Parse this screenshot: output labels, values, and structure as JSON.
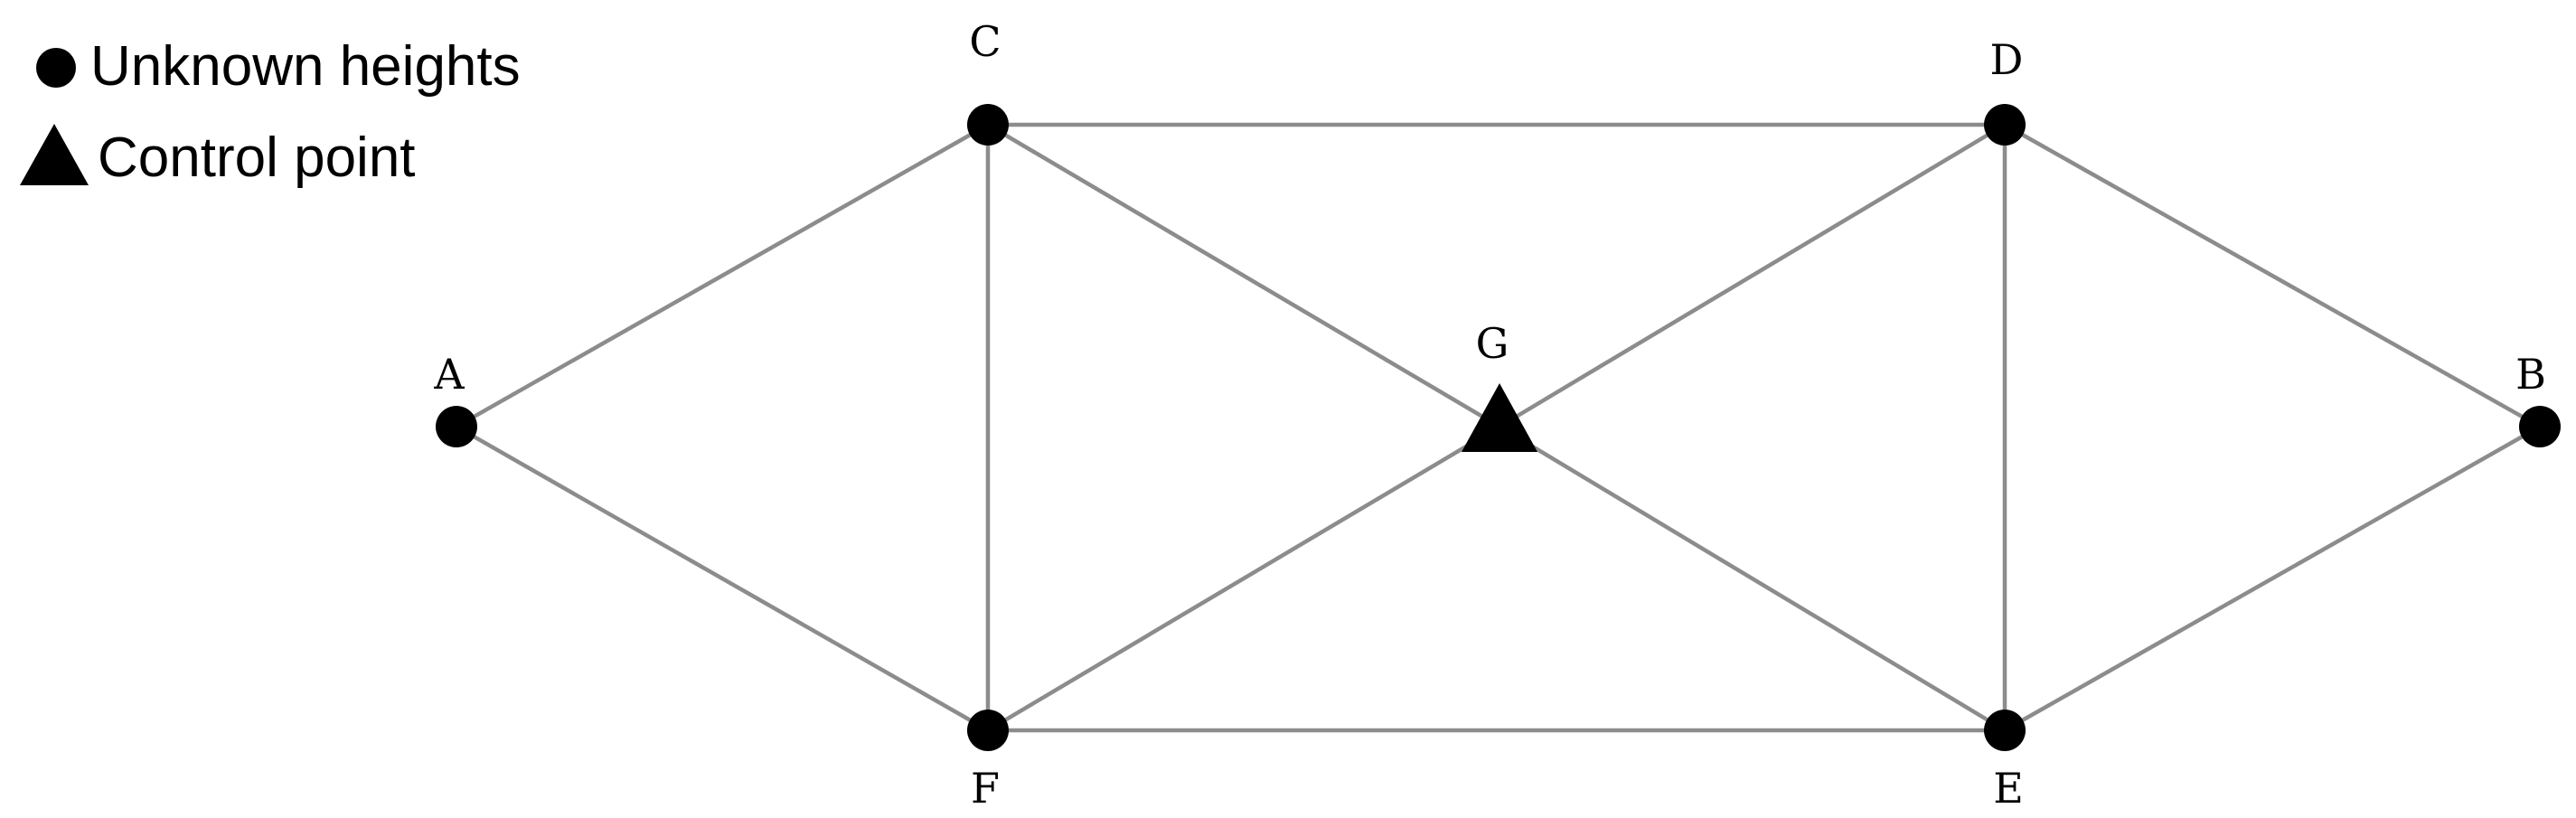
{
  "legend": {
    "unknown_heights": "Unknown heights",
    "control_point": "Control point"
  },
  "nodes": [
    {
      "id": "A",
      "label": "A",
      "kind": "unknown-height"
    },
    {
      "id": "B",
      "label": "B",
      "kind": "unknown-height"
    },
    {
      "id": "C",
      "label": "C",
      "kind": "unknown-height"
    },
    {
      "id": "D",
      "label": "D",
      "kind": "unknown-height"
    },
    {
      "id": "E",
      "label": "E",
      "kind": "unknown-height"
    },
    {
      "id": "F",
      "label": "F",
      "kind": "unknown-height"
    },
    {
      "id": "G",
      "label": "G",
      "kind": "control-point"
    }
  ],
  "edges": [
    [
      "A",
      "C"
    ],
    [
      "A",
      "F"
    ],
    [
      "C",
      "D"
    ],
    [
      "C",
      "F"
    ],
    [
      "C",
      "G"
    ],
    [
      "D",
      "G"
    ],
    [
      "D",
      "E"
    ],
    [
      "D",
      "B"
    ],
    [
      "F",
      "G"
    ],
    [
      "F",
      "E"
    ],
    [
      "G",
      "E"
    ],
    [
      "E",
      "B"
    ]
  ],
  "colors": {
    "edge": "#8c8c8c",
    "marker": "#000000"
  }
}
